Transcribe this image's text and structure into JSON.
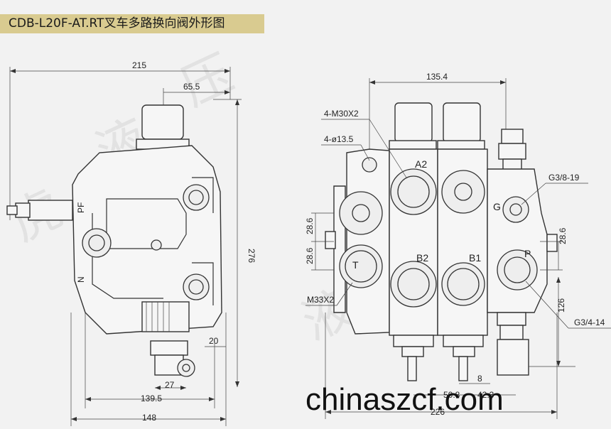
{
  "title": "CDB-L20F-AT.RT叉车多路换向阀外形图",
  "watermark_text": "chinaszcf.com",
  "left_view": {
    "dims": {
      "overall_width": "215",
      "top_offset": "65.5",
      "height": "276",
      "right_step": "20",
      "bottom_small": "27",
      "bottom_width": "139.5",
      "base_width": "148"
    },
    "labels": {
      "pf": "PF",
      "n": "N"
    }
  },
  "right_view": {
    "dims": {
      "top_width": "135.4",
      "pitch_left": "28.6",
      "pitch_left2": "28.6",
      "pitch_right": "28.6",
      "height_right": "126",
      "bottom_8": "8",
      "bottom_50_8": "50.8",
      "bottom_42_3": "42.3",
      "total_width": "226"
    },
    "callouts": {
      "threads_top": "4-M30X2",
      "holes": "4-ø13.5",
      "port_thread": "M33X2",
      "g_thread": "G3/8-19",
      "p_thread": "G3/4-14"
    },
    "ports": {
      "a2": "A2",
      "b2": "B2",
      "b1": "B1",
      "t": "T",
      "g": "G",
      "p": "P"
    }
  }
}
